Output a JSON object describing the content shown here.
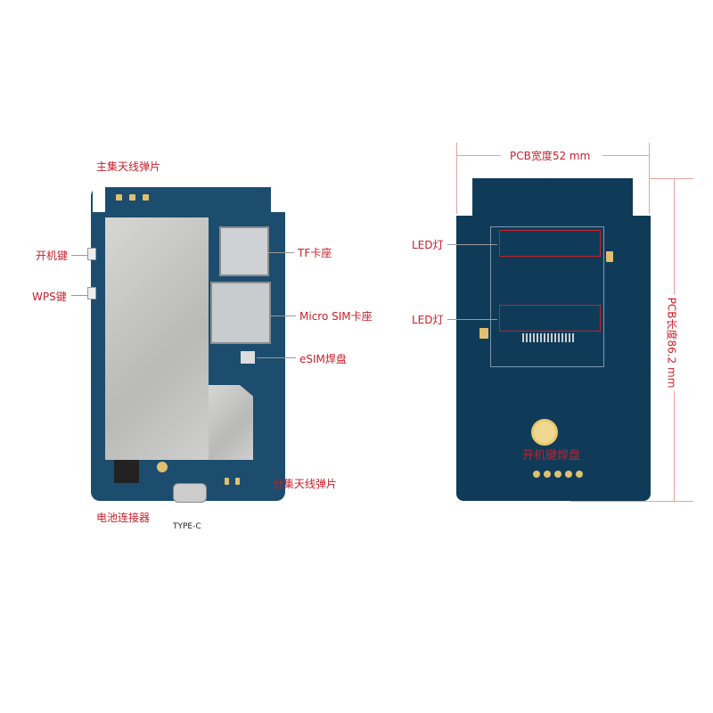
{
  "front": {
    "labels": {
      "main_antenna": "主集天线弹片",
      "power_key": "开机键",
      "wps_key": "WPS键",
      "tf_slot": "TF卡座",
      "micro_sim": "Micro SIM卡座",
      "esim": "eSIM焊盘",
      "diversity_antenna": "分集天线弹片",
      "battery_connector": "电池连接器",
      "type_c": "TYPE-C"
    }
  },
  "back": {
    "labels": {
      "led_top": "LED灯",
      "led_bottom": "LED灯",
      "width": "PCB宽度52 mm",
      "length": "PCB长度86.2 mm",
      "power_pad": "开机键焊盘"
    }
  },
  "colors": {
    "label": "#c8202a",
    "board_front": "#1c4d6e",
    "board_back": "#0f3b58",
    "gold": "#e0c070"
  }
}
